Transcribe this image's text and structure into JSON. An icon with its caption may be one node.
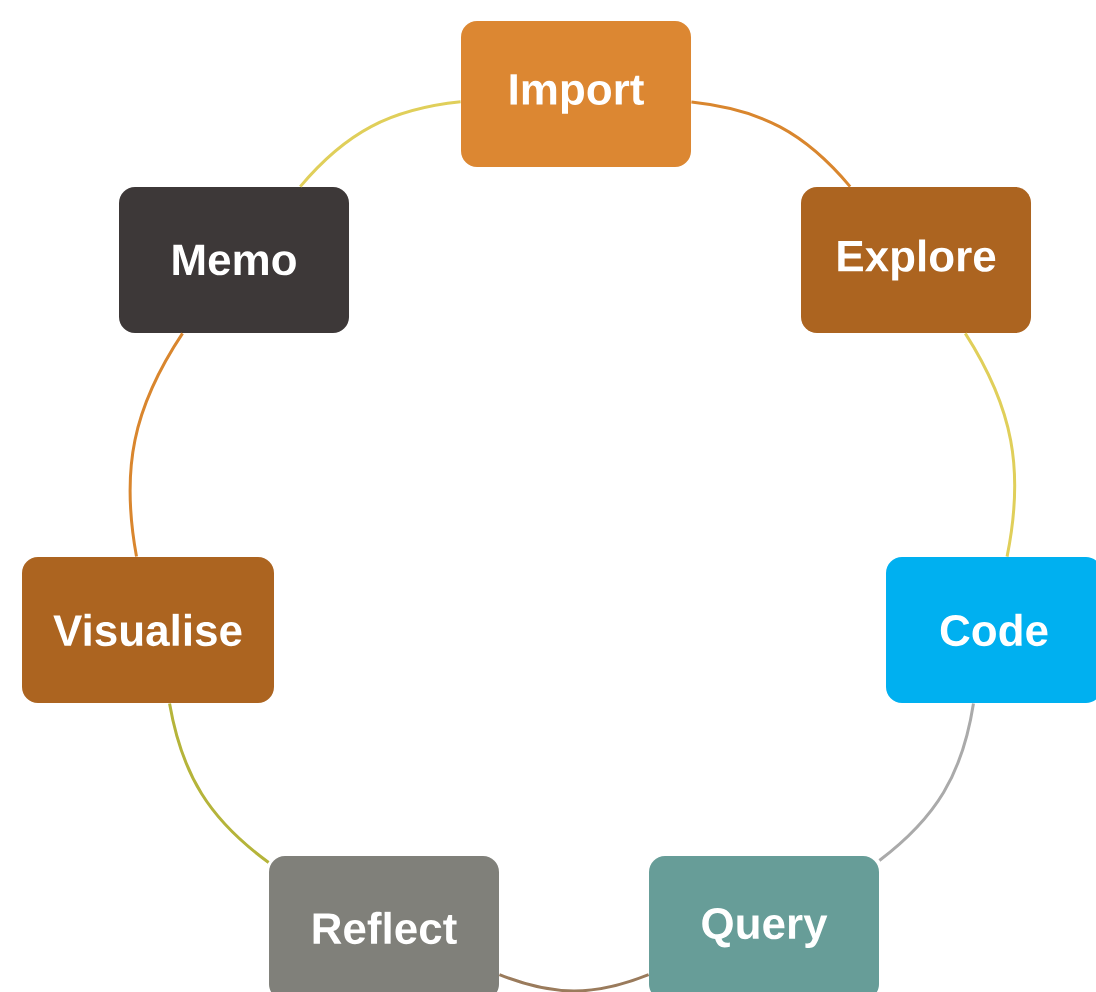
{
  "diagram": {
    "nodes": [
      {
        "text": [
          "Import"
        ]
      },
      {
        "text": [
          "Explore"
        ]
      },
      {
        "text": [
          "Code"
        ]
      },
      {
        "text": [
          "Query"
        ]
      },
      {
        "text": [
          "Reflect"
        ]
      },
      {
        "text": [
          "Visualise"
        ]
      },
      {
        "text": [
          "Memo"
        ]
      }
    ],
    "edges": [
      {
        "from": 0,
        "to": 1,
        "arrow": "none",
        "color": "#d9862e"
      },
      {
        "from": 1,
        "to": 2,
        "arrow": "none",
        "color": "#e0cf5a"
      },
      {
        "from": 2,
        "to": 3,
        "arrow": "none",
        "color": "#aaaaaa"
      },
      {
        "from": 3,
        "to": 4,
        "arrow": "none",
        "color": "#9a7b5c"
      },
      {
        "from": 4,
        "to": 5,
        "arrow": "none",
        "color": "#b5b43a"
      },
      {
        "from": 5,
        "to": 6,
        "arrow": "none",
        "color": "#d9862e"
      },
      {
        "from": 6,
        "to": 0,
        "arrow": "none",
        "color": "#e0cf5a"
      }
    ]
  }
}
